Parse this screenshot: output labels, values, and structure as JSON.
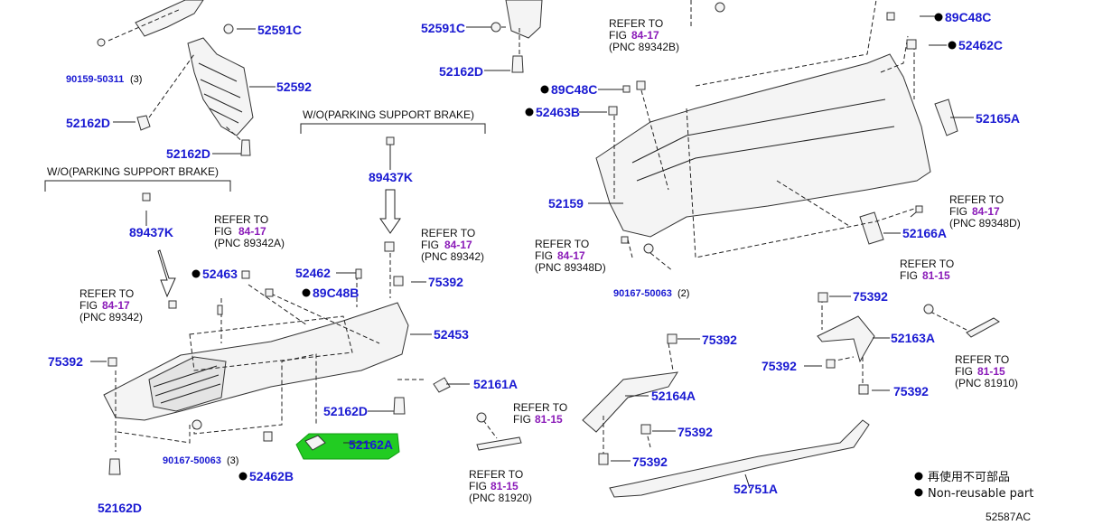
{
  "diagram": {
    "code": "52587AC",
    "legend": [
      {
        "text": "再使用不可部品"
      },
      {
        "text": "Non-reusable part"
      }
    ],
    "conditions": [
      {
        "text": "W/O(PARKING SUPPORT BRAKE)"
      },
      {
        "text": "W/O(PARKING SUPPORT BRAKE)"
      }
    ],
    "parts": [
      {
        "text": "52591C"
      },
      {
        "text": "52591C"
      },
      {
        "text": "90159-50311",
        "qty": "(3)"
      },
      {
        "text": "52592"
      },
      {
        "text": "52162D"
      },
      {
        "text": "52162D"
      },
      {
        "text": "52162D"
      },
      {
        "text": "52162D"
      },
      {
        "text": "52162D"
      },
      {
        "text": "89437K"
      },
      {
        "text": "89437K"
      },
      {
        "text": "52463",
        "nonreusable": true
      },
      {
        "text": "52462"
      },
      {
        "text": "89C48B",
        "nonreusable": true
      },
      {
        "text": "75392"
      },
      {
        "text": "75392"
      },
      {
        "text": "52453"
      },
      {
        "text": "52161A"
      },
      {
        "text": "90167-50063",
        "qty": "(3)"
      },
      {
        "text": "52462B",
        "nonreusable": true
      },
      {
        "text": "52162A",
        "highlighted": true
      },
      {
        "text": "89C48C",
        "nonreusable": true
      },
      {
        "text": "52463B",
        "nonreusable": true
      },
      {
        "text": "52159"
      },
      {
        "text": "90167-50063",
        "qty": "(2)"
      },
      {
        "text": "89C48C",
        "nonreusable": true
      },
      {
        "text": "52462C",
        "nonreusable": true
      },
      {
        "text": "52165A"
      },
      {
        "text": "52166A"
      },
      {
        "text": "75392"
      },
      {
        "text": "52163A"
      },
      {
        "text": "75392"
      },
      {
        "text": "75392"
      },
      {
        "text": "75392"
      },
      {
        "text": "52164A"
      },
      {
        "text": "75392"
      },
      {
        "text": "75392"
      },
      {
        "text": "52751A"
      }
    ],
    "refs": [
      {
        "l1": "REFER TO",
        "fig": "84-17",
        "pnc": "(PNC 89342A)"
      },
      {
        "l1": "REFER TO",
        "fig": "84-17",
        "pnc": "(PNC 89342)"
      },
      {
        "l1": "REFER TO",
        "fig": "84-17",
        "pnc": "(PNC 89342)"
      },
      {
        "l1": "REFER TO",
        "fig": "84-17",
        "pnc": "(PNC 89342B)"
      },
      {
        "l1": "REFER TO",
        "fig": "84-17",
        "pnc": "(PNC 89348D)"
      },
      {
        "l1": "REFER TO",
        "fig": "84-17",
        "pnc": "(PNC 89348D)"
      },
      {
        "l1": "REFER TO",
        "fig": "81-15",
        "pnc": ""
      },
      {
        "l1": "REFER TO",
        "fig": "81-15",
        "pnc": "(PNC 81910)"
      },
      {
        "l1": "REFER TO",
        "fig": "81-15",
        "pnc": ""
      },
      {
        "l1": "REFER TO",
        "fig": "81-15",
        "pnc": "(PNC 81920)"
      }
    ],
    "fig_prefix": "FIG",
    "highlight_color": "#22cc22"
  }
}
